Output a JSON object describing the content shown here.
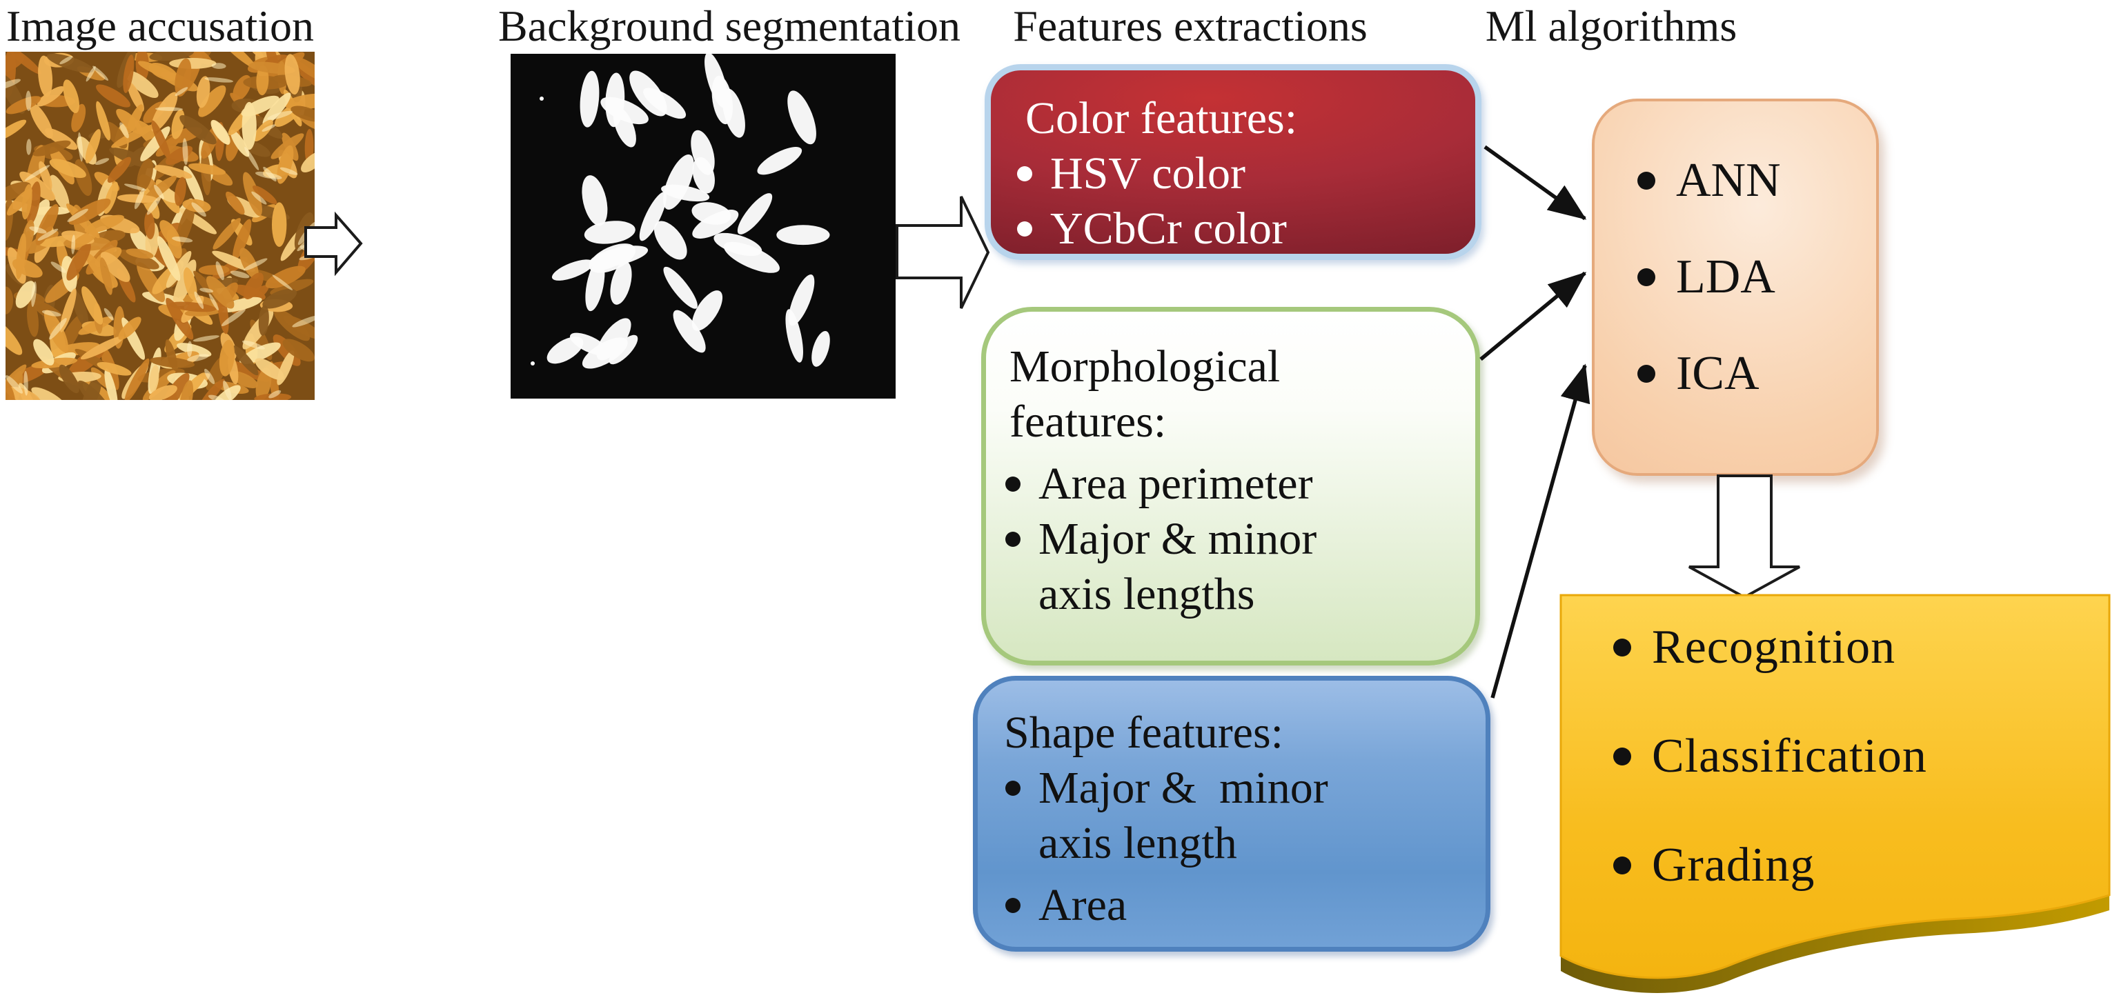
{
  "colors": {
    "background": "#ffffff",
    "ink": "#151515",
    "arrow_ink": "#111111",
    "color_box_top": "#c43134",
    "color_box_mid": "#a82c38",
    "color_box_bottom": "#7e1f2b",
    "color_box_border": "#b8d4ec",
    "morph_border": "#a5c87c",
    "morph_top": "#ffffff",
    "morph_bottom": "#d6e7c1",
    "shape_border": "#4f81bd",
    "shape_top": "#9cbde6",
    "shape_mid": "#6195cd",
    "ml_fill_light": "#fcebdb",
    "ml_fill_mid": "#f8d0ac",
    "ml_fill_edge": "#f2bc92",
    "ml_border": "#e5a97c",
    "gold_top": "#fed44f",
    "gold_mid": "#f8bd1f",
    "gold_bottom": "#f4b410",
    "gold_edge": "#e9a80a",
    "gold_shadow_dark": "#6f5c08",
    "gold_shadow_light": "#c29b00",
    "seg_background": "#0a0a0a",
    "seg_grain": "#fcfcfc",
    "rice_base": "#7d4e15",
    "rice_palette": [
      "#f0b254",
      "#e09a38",
      "#c97e26",
      "#f6cd7e",
      "#b96c1e",
      "#edad49",
      "#fbe19e",
      "#d18a2e",
      "#8a5a1e",
      "#a5671c"
    ]
  },
  "headers": [
    {
      "label": "Image accusation"
    },
    {
      "label": "Background segmentation"
    },
    {
      "label": "Features extractions"
    },
    {
      "label": "Ml algorithms"
    }
  ],
  "feature_boxes": {
    "color": {
      "title_lines": [
        "Color features:"
      ],
      "items": [
        [
          "HSV color"
        ],
        [
          "YCbCr color"
        ]
      ]
    },
    "morphological": {
      "title_lines": [
        "Morphological",
        "features:"
      ],
      "items": [
        [
          "Area perimeter"
        ],
        [
          "Major & minor",
          "axis lengths"
        ]
      ]
    },
    "shape": {
      "title_lines": [
        "Shape features:"
      ],
      "items": [
        [
          "Major &  minor",
          "axis length"
        ],
        [
          "Area"
        ]
      ]
    }
  },
  "ml_box": {
    "items": [
      [
        "ANN"
      ],
      [
        "LDA"
      ],
      [
        "ICA"
      ]
    ]
  },
  "output_box": {
    "items": [
      [
        "Recognition"
      ],
      [
        "Classification"
      ],
      [
        "Grading"
      ]
    ]
  }
}
